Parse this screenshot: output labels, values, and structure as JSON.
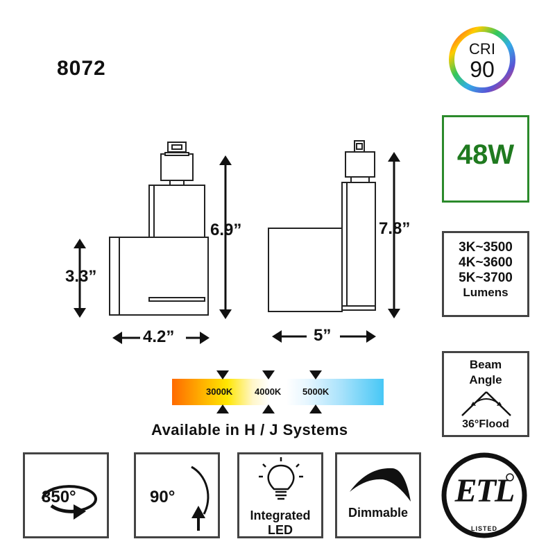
{
  "model": "8072",
  "cri": {
    "label": "CRI",
    "value": "90"
  },
  "wattage": "48W",
  "lumens": {
    "lines": [
      "3K~3500",
      "4K~3600",
      "5K~3700"
    ],
    "unit": "Lumens"
  },
  "beam": {
    "title_line1": "Beam",
    "title_line2": "Angle",
    "value": "36°Flood"
  },
  "dimensions": {
    "front_height_short": "3.3”",
    "front_height_tall": "6.9”",
    "front_width": "4.2”",
    "side_height": "7.8”",
    "side_width": "5”"
  },
  "color_temps": [
    "3000K",
    "4000K",
    "5000K"
  ],
  "systems": "Available in H / J Systems",
  "features": {
    "rotation": "350°",
    "tilt": "90°",
    "integrated_line1": "Integrated",
    "integrated_line2": "LED",
    "dimmable": "Dimmable"
  },
  "etl": {
    "mark": "ETL",
    "sub": "LISTED"
  },
  "colors": {
    "wattage_green": "#1f7a1f",
    "box_border": "#444444"
  }
}
